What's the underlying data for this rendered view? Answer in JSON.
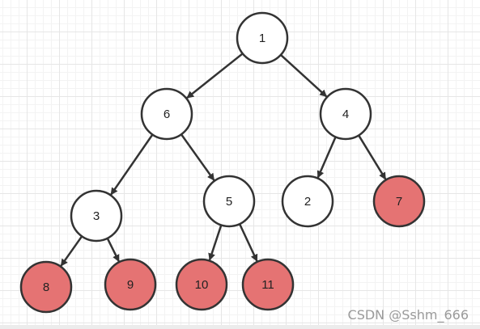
{
  "diagram": {
    "nodes": [
      {
        "id": "n1",
        "label": "1",
        "highlight": false
      },
      {
        "id": "n6",
        "label": "6",
        "highlight": false
      },
      {
        "id": "n4",
        "label": "4",
        "highlight": false
      },
      {
        "id": "n3",
        "label": "3",
        "highlight": false
      },
      {
        "id": "n5",
        "label": "5",
        "highlight": false
      },
      {
        "id": "n2",
        "label": "2",
        "highlight": false
      },
      {
        "id": "n7",
        "label": "7",
        "highlight": true
      },
      {
        "id": "n8",
        "label": "8",
        "highlight": true
      },
      {
        "id": "n9",
        "label": "9",
        "highlight": true
      },
      {
        "id": "n10",
        "label": "10",
        "highlight": true
      },
      {
        "id": "n11",
        "label": "11",
        "highlight": true
      }
    ],
    "edges": [
      {
        "from": "n1",
        "to": "n6"
      },
      {
        "from": "n1",
        "to": "n4"
      },
      {
        "from": "n6",
        "to": "n3"
      },
      {
        "from": "n6",
        "to": "n5"
      },
      {
        "from": "n4",
        "to": "n2"
      },
      {
        "from": "n4",
        "to": "n7"
      },
      {
        "from": "n3",
        "to": "n8"
      },
      {
        "from": "n3",
        "to": "n9"
      },
      {
        "from": "n5",
        "to": "n10"
      },
      {
        "from": "n5",
        "to": "n11"
      }
    ]
  },
  "colors": {
    "node_fill": "#ffffff",
    "highlight_fill": "#e57373",
    "stroke": "#333333"
  },
  "watermark": "CSDN @Sshm_666"
}
